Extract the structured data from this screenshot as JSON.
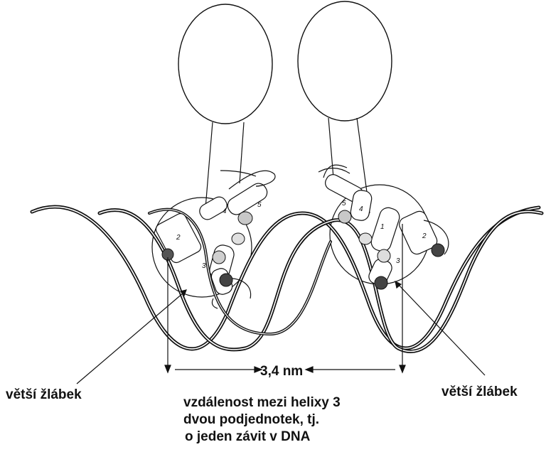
{
  "labels": {
    "groove_left": "větší žlábek",
    "groove_right": "větší žlábek",
    "distance": "3,4 nm"
  },
  "caption": {
    "line1": "vzdálenost mezi helixy 3",
    "line2": "dvou podjednotek, tj.",
    "line3": "o  jeden závit v DNA"
  },
  "helix_numbers_left": [
    "2",
    "4",
    "5",
    "3"
  ],
  "helix_numbers_right": [
    "5",
    "4",
    "1",
    "2",
    "3"
  ],
  "colors": {
    "ink": "#111111",
    "fill_dot": "#555555",
    "fill_light": "#dddddd"
  }
}
